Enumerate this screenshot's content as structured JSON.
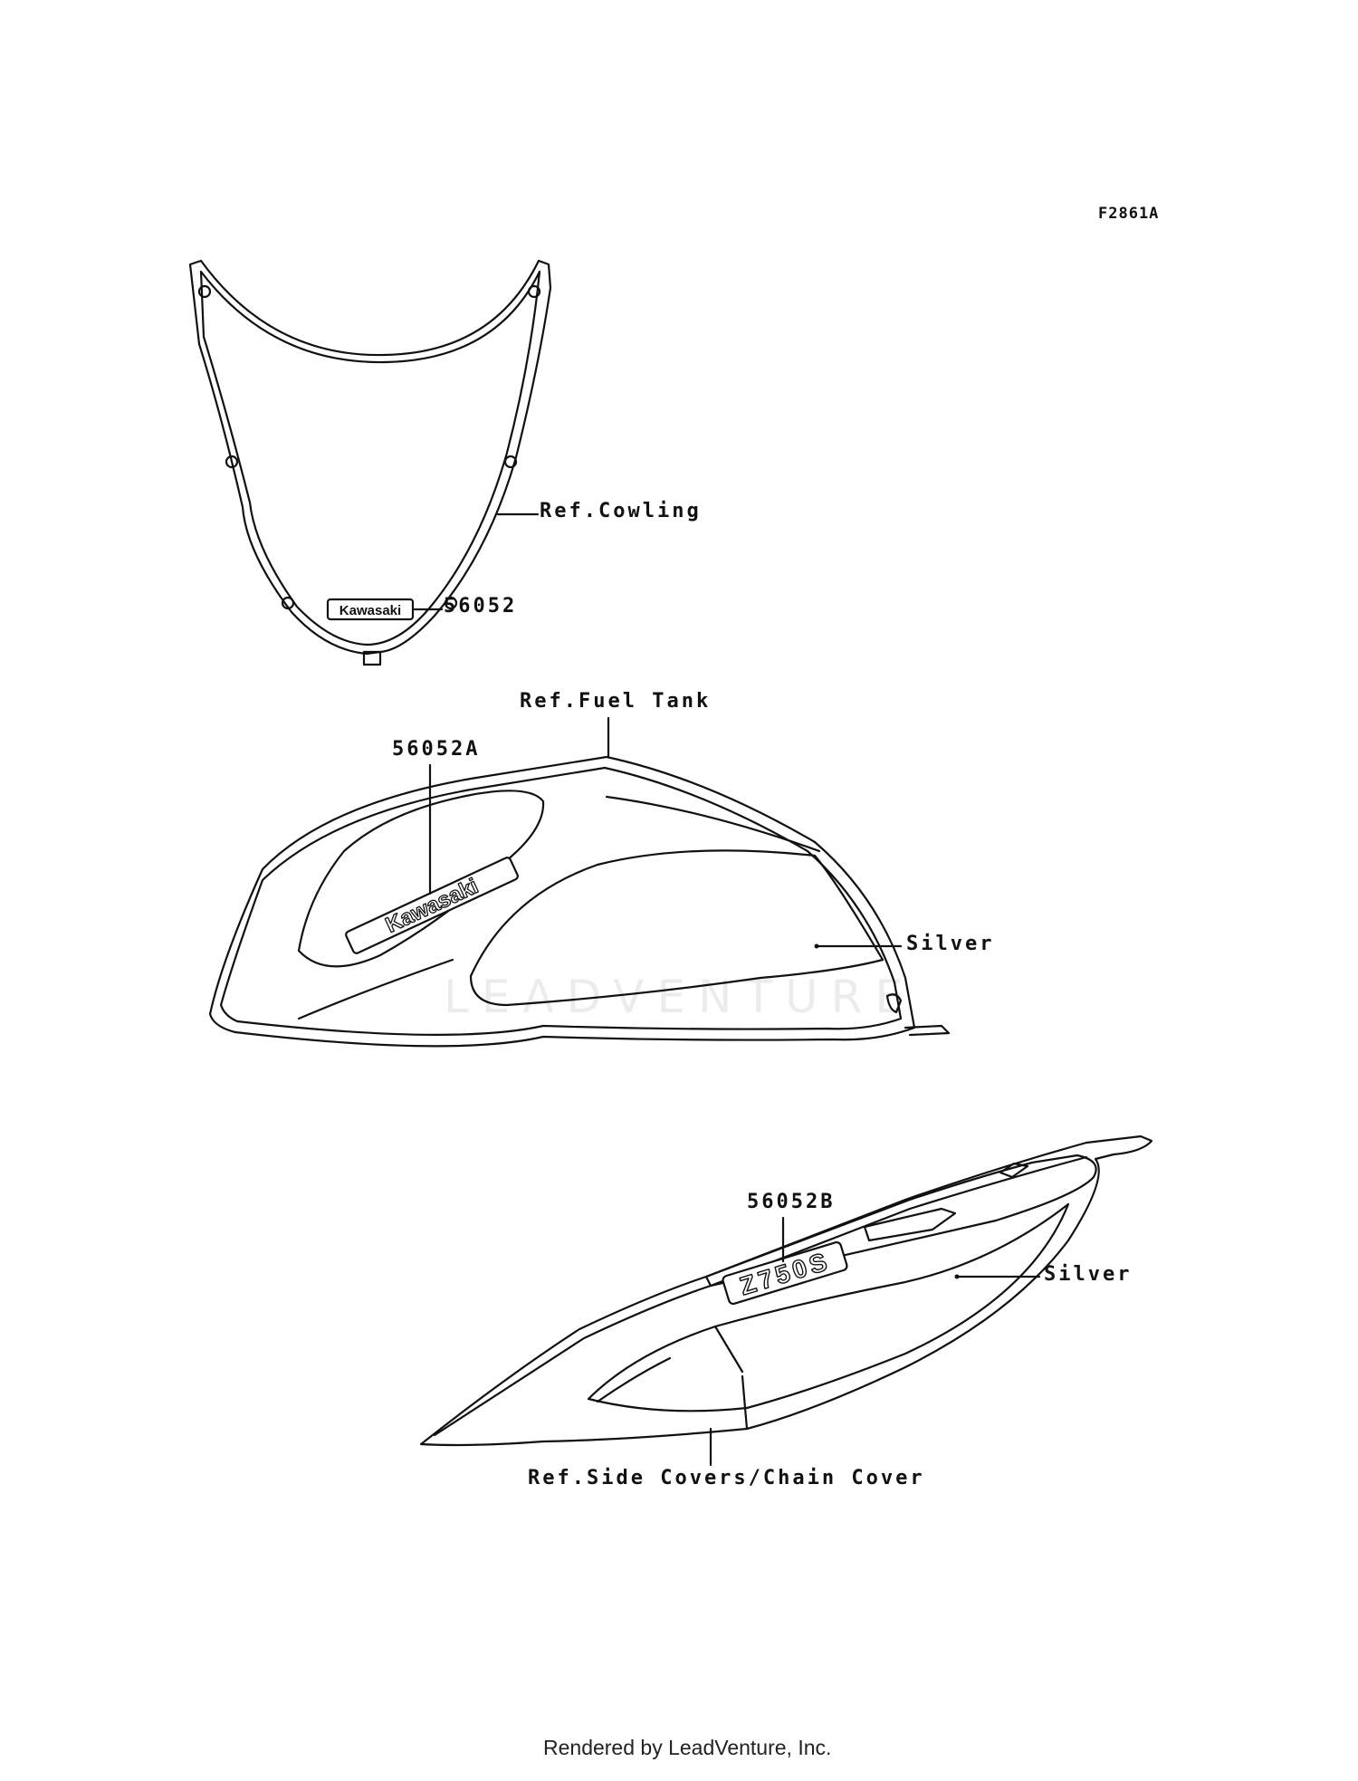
{
  "figure_code": "F2861A",
  "callouts": {
    "cowling": "Ref.Cowling",
    "part_56052": "56052",
    "fuel_tank": "Ref.Fuel Tank",
    "part_56052A": "56052A",
    "silver_tank": "Silver",
    "part_56052B": "56052B",
    "silver_cover": "Silver",
    "side_covers": "Ref.Side Covers/Chain Cover"
  },
  "decals": {
    "cowling_logo": "Kawasaki",
    "tank_logo": "Kawasaki",
    "cover_logo": "Z750S"
  },
  "watermark": "LEADVENTURE",
  "footer": "Rendered by LeadVenture, Inc.",
  "colors": {
    "line": "#111111",
    "text": "#111111",
    "watermark": "#000000"
  }
}
